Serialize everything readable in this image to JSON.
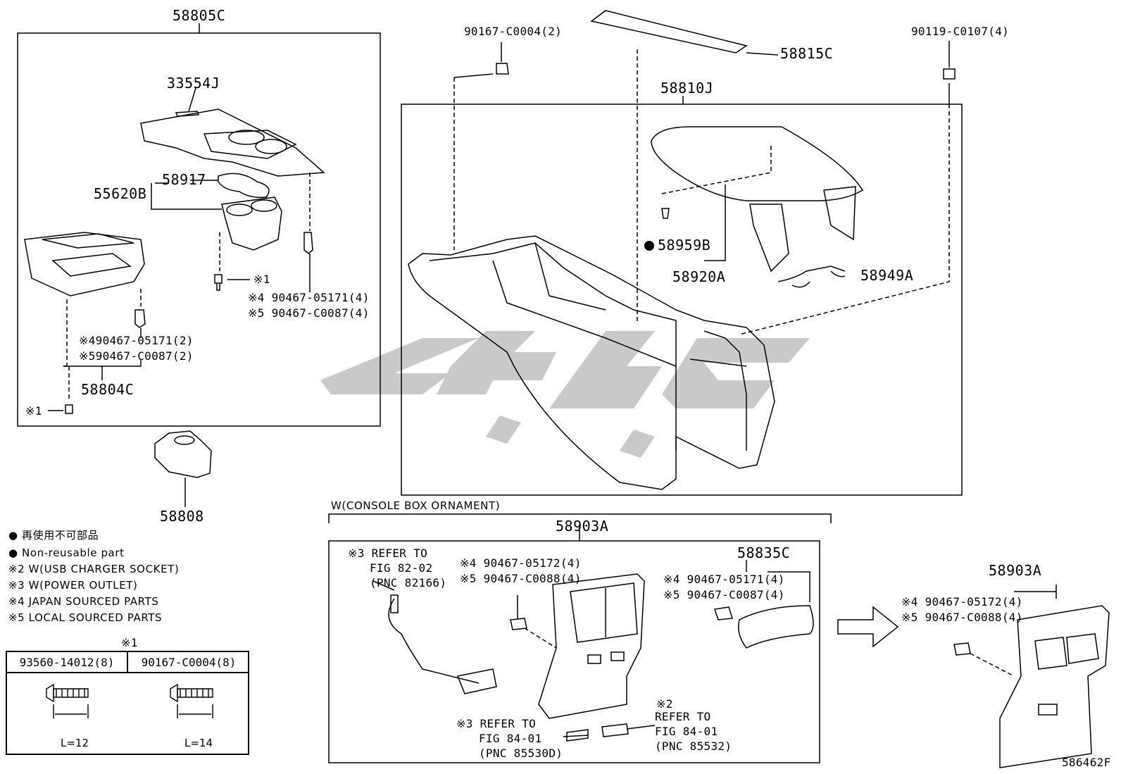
{
  "parts": {
    "p58805C": "58805C",
    "p33554J": "33554J",
    "p58917": "58917",
    "p55620B": "55620B",
    "p58804C": "58804C",
    "p58808": "58808",
    "p90167_c0004_2": "90167-C0004(2)",
    "p58815C": "58815C",
    "p58810J": "58810J",
    "p90119_c0107_4": "90119-C0107(4)",
    "p58959B": "58959B",
    "p58920A": "58920A",
    "p58949A": "58949A",
    "p58903A_main": "58903A",
    "p58835C": "58835C",
    "p58903A_right": "58903A",
    "diagram_id": "586462F"
  },
  "callouts": {
    "mark1_a": "※1",
    "mark1_b": "※1",
    "a_j4": "※4 90467-05171(4)",
    "a_l5": "※5 90467-C0087(4)",
    "b_j4": "※490467-05171(2)",
    "b_l5": "※590467-C0087(2)",
    "c_j4": "※4 90467-05172(4)",
    "c_l5": "※5 90467-C0088(4)",
    "d_j4": "※4 90467-05171(4)",
    "d_l5": "※5 90467-C0087(4)",
    "e_j4": "※4 90467-05172(4)",
    "e_l5": "※5 90467-C0088(4)"
  },
  "references": {
    "ref_82_1": "※3 REFER TO",
    "ref_82_2": "FIG 82-02",
    "ref_82_3": "(PNC 82166)",
    "ref_8401a_1": "※3 REFER TO",
    "ref_8401a_2": "FIG 84-01",
    "ref_8401a_3": "(PNC 85530D)",
    "ref_8401b_0": "※2",
    "ref_8401b_1": "REFER TO",
    "ref_8401b_2": "FIG 84-01",
    "ref_8401b_3": "(PNC 85532)"
  },
  "variant_label": "W(CONSOLE BOX ORNAMENT)",
  "legend": {
    "l1": "● 再使用不可部品",
    "l2": "● Non-reusable part",
    "l3": "※2 W(USB CHARGER SOCKET)",
    "l4": "※3 W(POWER OUTLET)",
    "l5": "※4 JAPAN SOURCED PARTS",
    "l6": "※5 LOCAL SOURCED PARTS"
  },
  "table": {
    "title": "※1",
    "col1": "93560-14012(8)",
    "col2": "90167-C0004(8)",
    "len1": "L=12",
    "len2": "L=14"
  },
  "colors": {
    "line": "#000000",
    "watermark": "#c9c9c9"
  }
}
